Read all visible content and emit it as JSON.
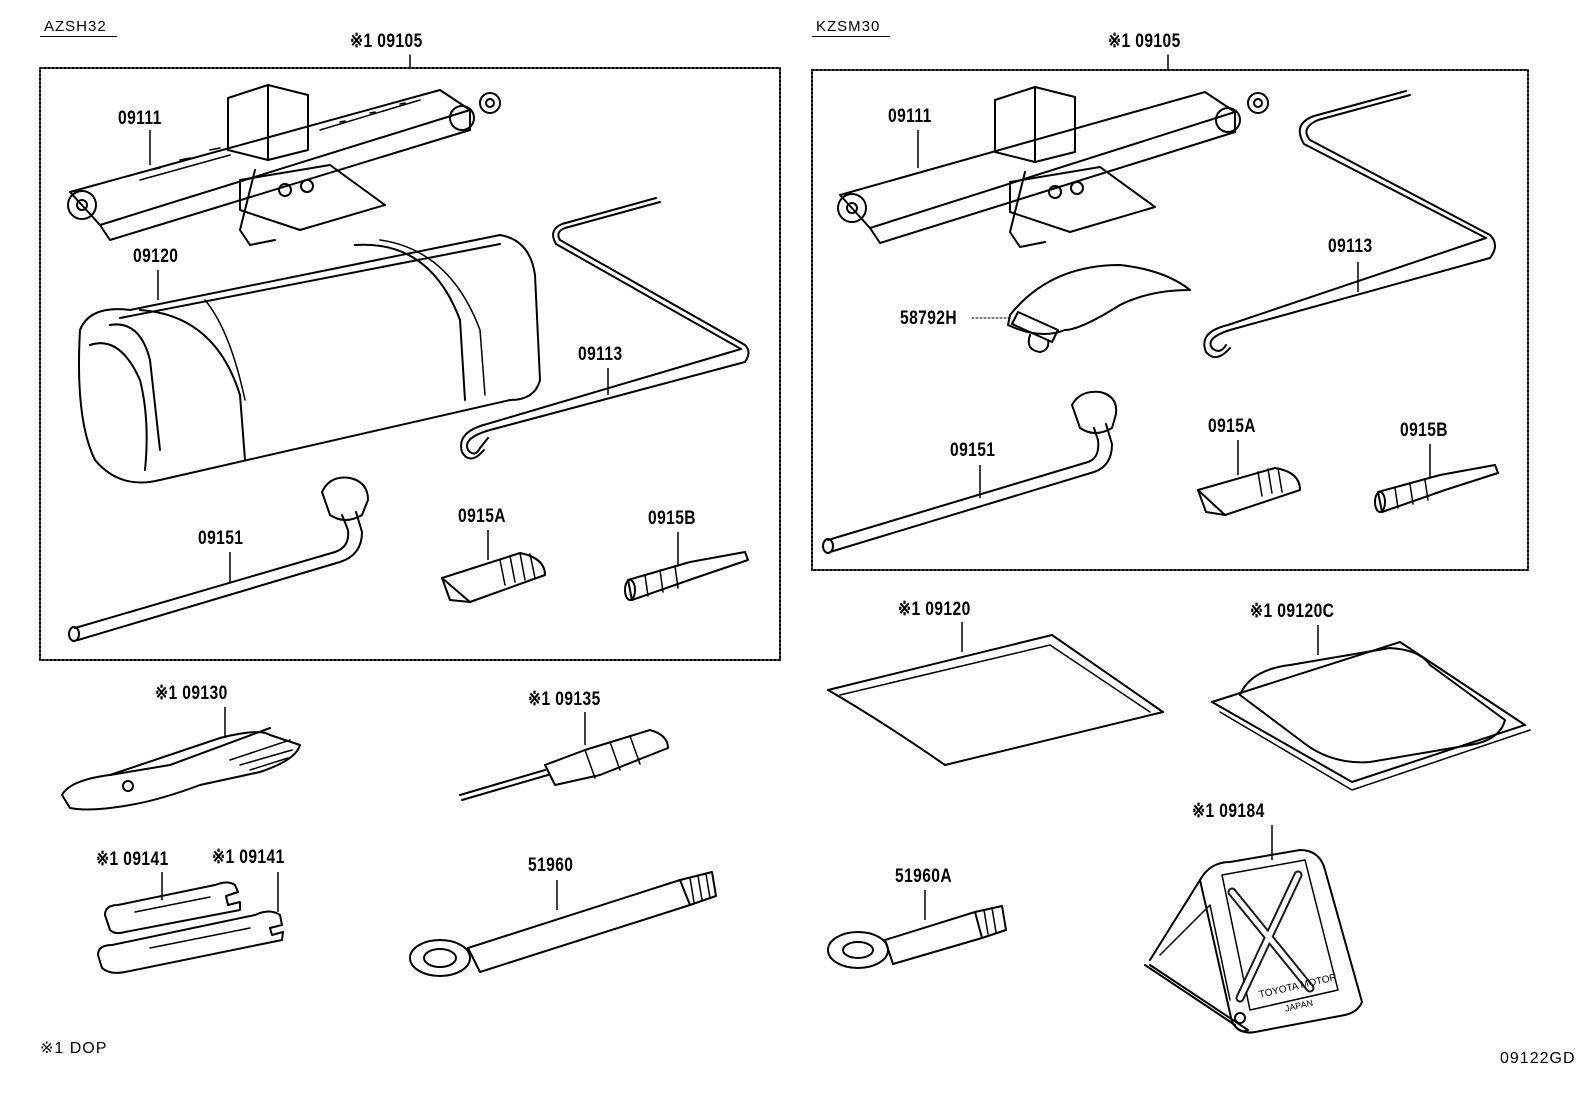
{
  "variants": {
    "left": "AZSH32",
    "right": "KZSM30"
  },
  "labels": {
    "l_09105": "※1 09105",
    "l_09111": "09111",
    "l_09120": "09120",
    "l_09113": "09113",
    "l_09151": "09151",
    "l_0915a": "0915A",
    "l_0915b": "0915B",
    "l_09130": "※1 09130",
    "l_09135": "※1 09135",
    "l_09141a": "※1 09141",
    "l_09141b": "※1 09141",
    "l_51960": "51960",
    "r_09105": "※1 09105",
    "r_09111": "09111",
    "r_09113": "09113",
    "r_58792h": "58792H",
    "r_09151": "09151",
    "r_0915a": "0915A",
    "r_0915b": "0915B",
    "r_09120": "※1 09120",
    "r_09120c": "※1 09120C",
    "r_09184": "※1 09184",
    "r_51960a": "51960A"
  },
  "triangle_text": {
    "line1": "TOYOTA MOTOR",
    "line2": "JAPAN"
  },
  "footnote": "※1  DOP",
  "figure_id": "09122GD"
}
